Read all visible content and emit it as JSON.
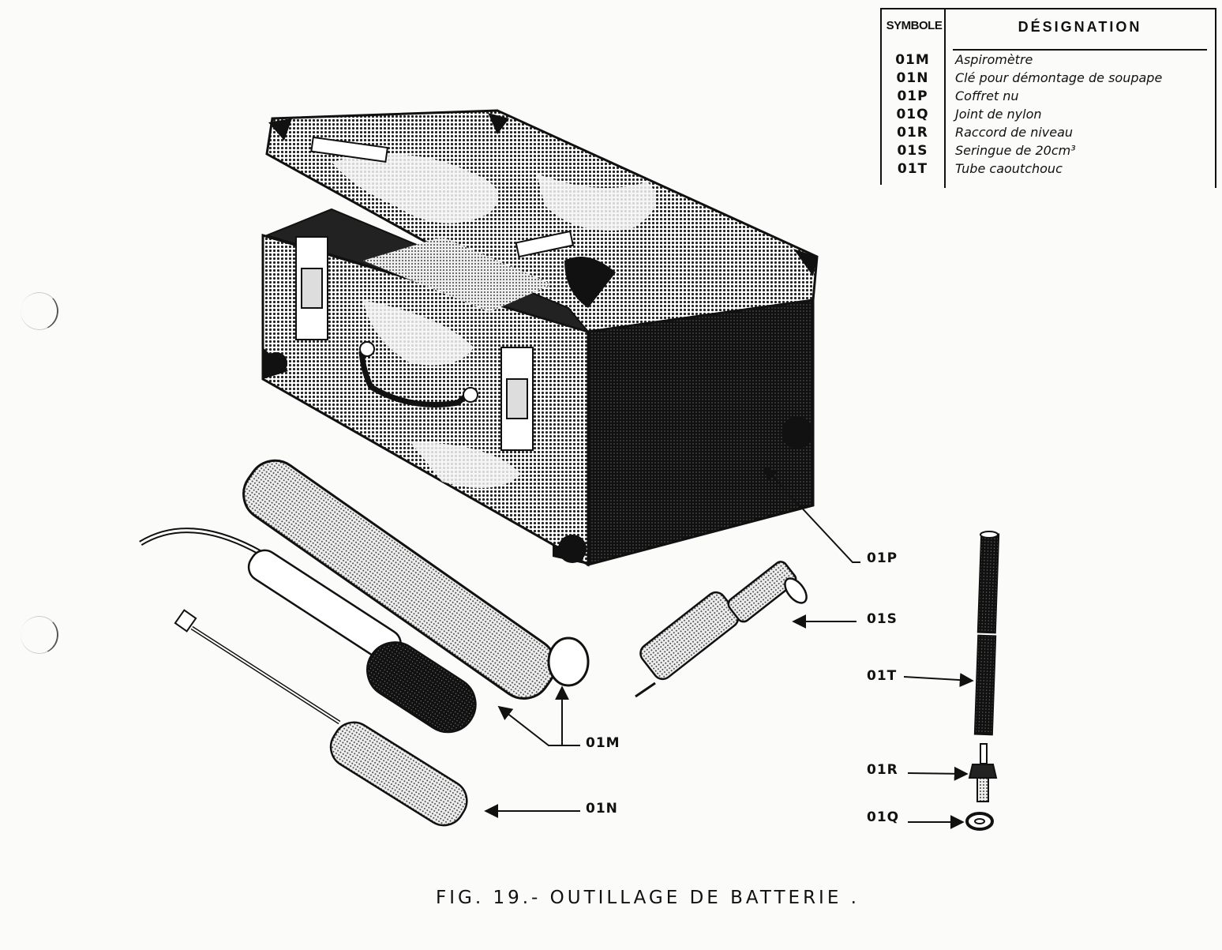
{
  "legend": {
    "header_symbol": "SYMBOLE",
    "header_designation": "DÉSIGNATION",
    "rows": [
      {
        "symbol": "01M",
        "designation": "Aspiromètre"
      },
      {
        "symbol": "01N",
        "designation": "Clé pour démontage de soupape"
      },
      {
        "symbol": "01P",
        "designation": "Coffret nu"
      },
      {
        "symbol": "01Q",
        "designation": "Joint de nylon"
      },
      {
        "symbol": "01R",
        "designation": "Raccord de niveau"
      },
      {
        "symbol": "01S",
        "designation": "Seringue de 20cm³"
      },
      {
        "symbol": "01T",
        "designation": "Tube caoutchouc"
      }
    ]
  },
  "callouts": {
    "p": "01P",
    "s": "01S",
    "t": "01T",
    "m": "01M",
    "r": "01R",
    "n": "01N",
    "q": "01Q"
  },
  "caption": "FIG. 19.- OUTILLAGE DE BATTERIE ."
}
